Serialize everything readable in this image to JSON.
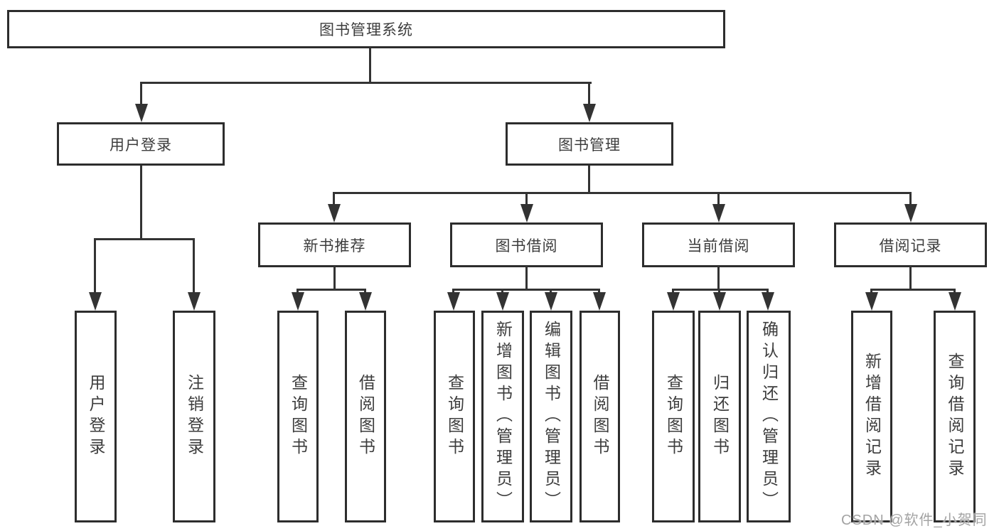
{
  "tree": {
    "root": {
      "label": "图书管理系统"
    },
    "user": {
      "label": "用户登录",
      "children": [
        {
          "label": "用户登录"
        },
        {
          "label": "注销登录"
        }
      ]
    },
    "book": {
      "label": "图书管理",
      "sections": [
        {
          "label": "新书推荐",
          "children": [
            {
              "label": "查询图书"
            },
            {
              "label": "借阅图书"
            }
          ]
        },
        {
          "label": "图书借阅",
          "children": [
            {
              "label": "查询图书"
            },
            {
              "label": "新增图书（管理员）"
            },
            {
              "label": "编辑图书（管理员）"
            },
            {
              "label": "借阅图书"
            }
          ]
        },
        {
          "label": "当前借阅",
          "children": [
            {
              "label": "查询图书"
            },
            {
              "label": "归还图书"
            },
            {
              "label": "确认归还（管理员）"
            }
          ]
        },
        {
          "label": "借阅记录",
          "children": [
            {
              "label": "新增借阅记录"
            },
            {
              "label": "查询借阅记录"
            }
          ]
        }
      ]
    }
  },
  "watermark": "CSDN @软件_小贺同学",
  "colors": {
    "line": "#333333",
    "border": "#2d2d2d",
    "text": "#3d3d3d",
    "watermark": "#a3a3a3",
    "background": "#ffffff"
  }
}
